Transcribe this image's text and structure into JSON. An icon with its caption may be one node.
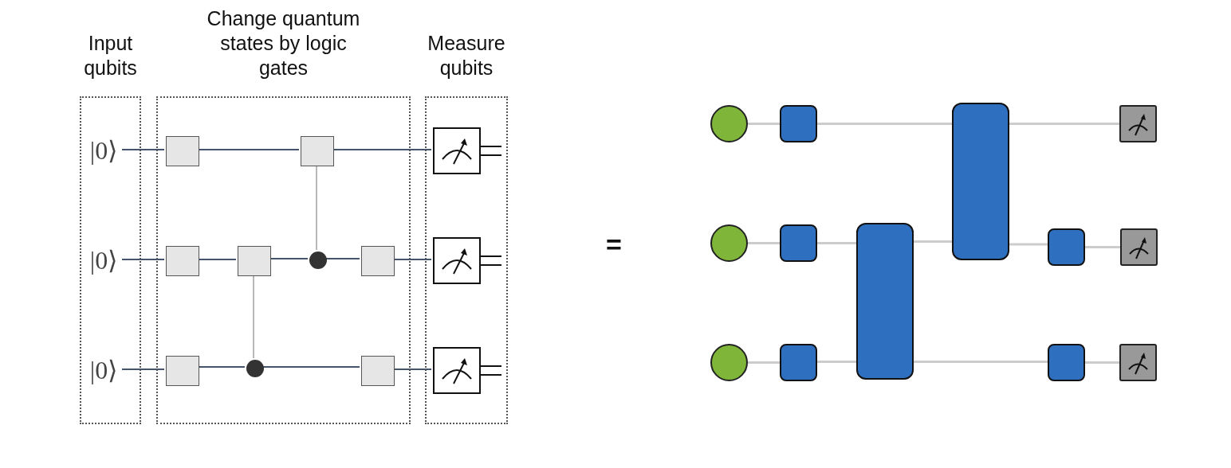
{
  "diagram": {
    "nodes": [
      {
        "text": [
          "Input qubits"
        ]
      },
      {
        "text": [
          "|0⟩"
        ],
        "in": 0
      },
      {
        "text": [
          "|0⟩"
        ],
        "in": 0
      },
      {
        "text": [
          "|0⟩"
        ],
        "in": 0
      },
      {
        "text": [
          "Change quantum states by logic gates"
        ]
      },
      {
        "text": [],
        "shape": "box",
        "in": 4
      },
      {
        "text": [],
        "shape": "box",
        "in": 4
      },
      {
        "text": [],
        "shape": "box",
        "in": 4
      },
      {
        "text": [],
        "shape": "box",
        "in": 4
      },
      {
        "text": [],
        "shape": "circle",
        "in": 4
      },
      {
        "text": [],
        "shape": "box",
        "in": 4
      },
      {
        "text": [],
        "shape": "box",
        "in": 4
      },
      {
        "text": [],
        "shape": "circle",
        "in": 4
      },
      {
        "text": [],
        "shape": "box",
        "in": 4
      },
      {
        "text": [
          "Measure qubits"
        ]
      },
      {
        "text": [],
        "shape": "picture",
        "in": 14
      },
      {
        "text": [],
        "shape": "picture",
        "in": 14
      },
      {
        "text": [],
        "shape": "picture",
        "in": 14
      },
      {
        "text": [],
        "shape": "circle"
      },
      {
        "text": [],
        "shape": "circle"
      },
      {
        "text": [],
        "shape": "circle"
      },
      {
        "text": [],
        "shape": "box"
      },
      {
        "text": [],
        "shape": "box"
      },
      {
        "text": [],
        "shape": "box"
      },
      {
        "text": [],
        "shape": "bar"
      },
      {
        "text": [],
        "shape": "bar"
      },
      {
        "text": [],
        "shape": "box"
      },
      {
        "text": [],
        "shape": "box"
      },
      {
        "text": [],
        "shape": "picture"
      },
      {
        "text": [],
        "shape": "picture"
      },
      {
        "text": [],
        "shape": "picture"
      }
    ],
    "edges": [
      {
        "from": 1,
        "to": 5,
        "arrow": "none"
      },
      {
        "from": 5,
        "to": 6,
        "arrow": "none"
      },
      {
        "from": 6,
        "to": 15,
        "arrow": "none"
      },
      {
        "from": 2,
        "to": 7,
        "arrow": "none"
      },
      {
        "from": 7,
        "to": 8,
        "arrow": "none"
      },
      {
        "from": 8,
        "to": 9,
        "arrow": "none"
      },
      {
        "from": 9,
        "to": 10,
        "arrow": "none"
      },
      {
        "from": 10,
        "to": 16,
        "arrow": "none"
      },
      {
        "from": 3,
        "to": 11,
        "arrow": "none"
      },
      {
        "from": 11,
        "to": 12,
        "arrow": "none"
      },
      {
        "from": 12,
        "to": 13,
        "arrow": "none"
      },
      {
        "from": 13,
        "to": 17,
        "arrow": "none"
      },
      {
        "from": 6,
        "to": 9,
        "arrow": "none",
        "color": "#888888"
      },
      {
        "from": 8,
        "to": 12,
        "arrow": "none",
        "color": "#888888"
      },
      {
        "from": 18,
        "to": 21,
        "arrow": "none",
        "color": "#cccccc"
      },
      {
        "from": 21,
        "to": 25,
        "arrow": "none",
        "color": "#cccccc"
      },
      {
        "from": 25,
        "to": 28,
        "arrow": "none",
        "color": "#cccccc"
      },
      {
        "from": 19,
        "to": 22,
        "arrow": "none",
        "color": "#cccccc"
      },
      {
        "from": 22,
        "to": 24,
        "arrow": "none",
        "color": "#cccccc"
      },
      {
        "from": 24,
        "to": 25,
        "arrow": "none",
        "color": "#cccccc"
      },
      {
        "from": 25,
        "to": 26,
        "arrow": "none",
        "color": "#cccccc"
      },
      {
        "from": 26,
        "to": 29,
        "arrow": "none",
        "color": "#cccccc"
      },
      {
        "from": 20,
        "to": 23,
        "arrow": "none",
        "color": "#cccccc"
      },
      {
        "from": 23,
        "to": 24,
        "arrow": "none",
        "color": "#cccccc"
      },
      {
        "from": 24,
        "to": 27,
        "arrow": "none",
        "color": "#cccccc"
      },
      {
        "from": 27,
        "to": 30,
        "arrow": "none",
        "color": "#cccccc"
      }
    ],
    "labels": [
      "="
    ]
  }
}
